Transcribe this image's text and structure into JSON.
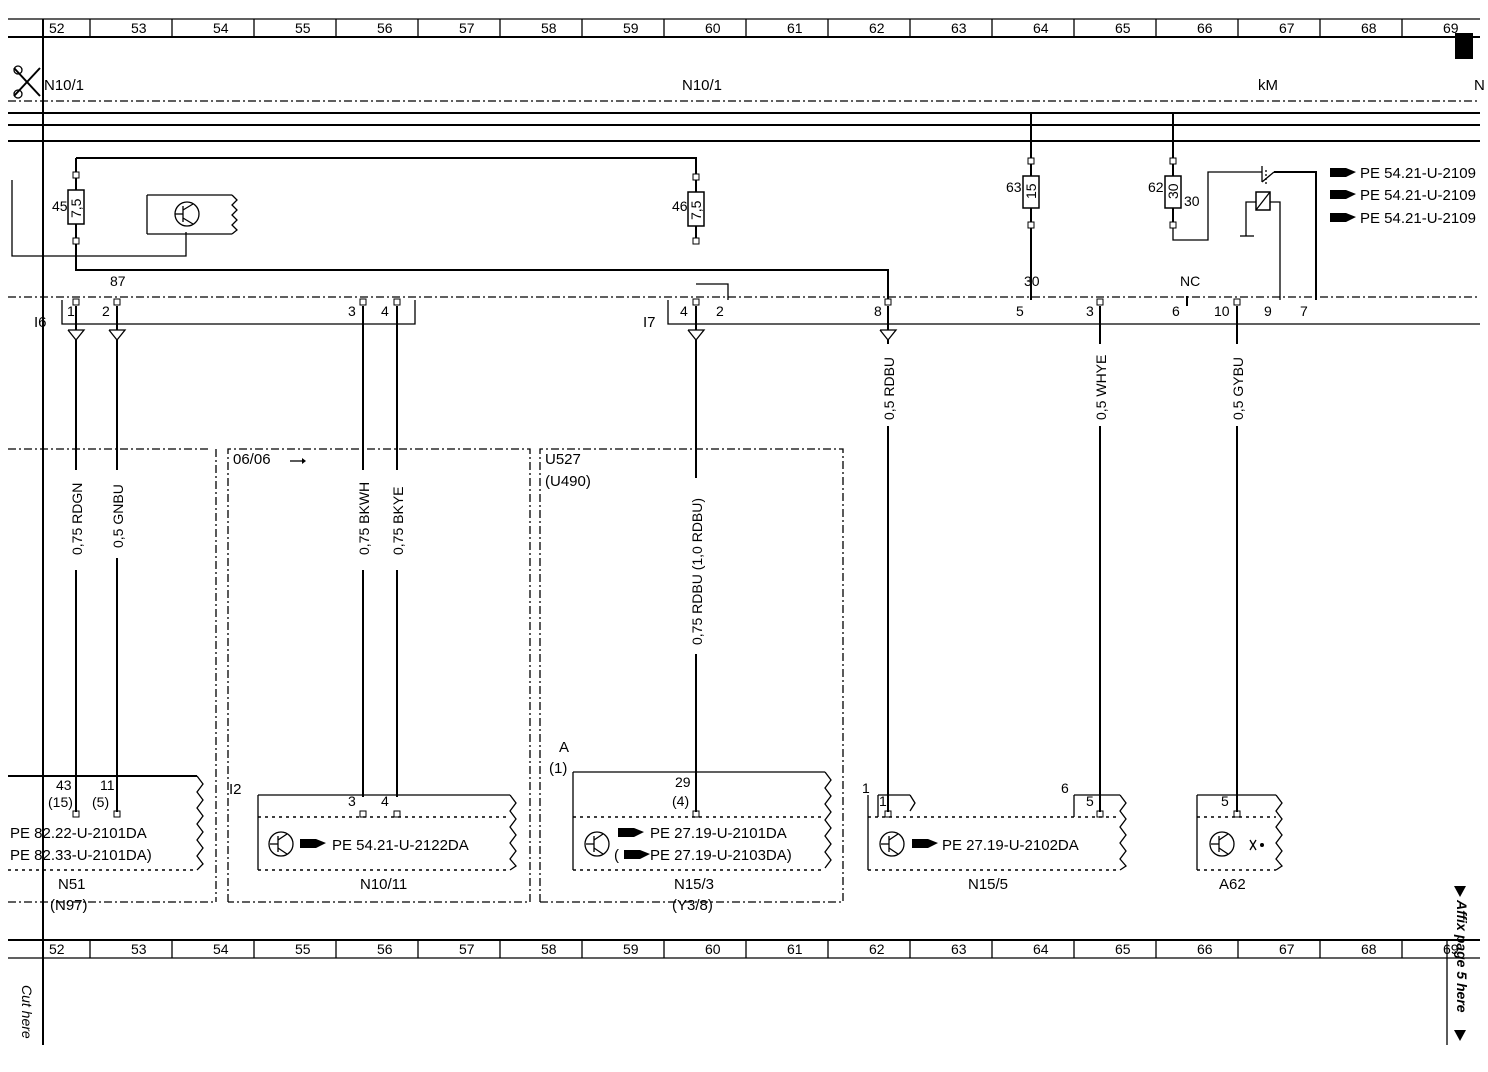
{
  "grid_numbers": [
    "52",
    "53",
    "54",
    "55",
    "56",
    "57",
    "58",
    "59",
    "60",
    "61",
    "62",
    "63",
    "64",
    "65",
    "66",
    "67",
    "68",
    "69"
  ],
  "header": {
    "left": "N10/1",
    "center": "N10/1",
    "right": "kM",
    "edge": "N"
  },
  "fuses": [
    {
      "num": "45",
      "rating": "7,5"
    },
    {
      "num": "46",
      "rating": "7,5"
    },
    {
      "num": "63",
      "rating": "15"
    },
    {
      "num": "62",
      "rating": "30"
    }
  ],
  "relay": {
    "terminal": "30",
    "terminal_87": "87",
    "refs": [
      "PE 54.21-U-2109",
      "PE 54.21-U-2109",
      "PE 54.21-U-2109"
    ]
  },
  "connectors": {
    "i6": {
      "label": "I6",
      "pins": [
        "1",
        "2",
        "3",
        "4"
      ]
    },
    "i7": {
      "label": "I7",
      "pins": [
        "4",
        "2",
        "8"
      ]
    },
    "right_pins": [
      "30",
      "NC",
      "5",
      "3",
      "6",
      "10",
      "9",
      "7"
    ]
  },
  "wires": [
    "0,75 RDGN",
    "0,5 GNBU",
    "0,75 BKWH",
    "0,75 BKYE",
    "0,75 RDBU (1,0 RDBU)",
    "0,5 RDBU",
    "0,5 WHYE",
    "0,5 GYBU"
  ],
  "boxes": {
    "version": "06/06",
    "u527": "U527",
    "u490": "(U490)",
    "a_label": "A",
    "a_num": "(1)",
    "i2": "I2"
  },
  "components": {
    "n51": {
      "name": "N51",
      "alt": "(N97)",
      "pins": [
        "43",
        "11"
      ],
      "pins_alt": [
        "(15)",
        "(5)"
      ],
      "refs": [
        "PE 82.22-U-2101DA",
        "PE 82.33-U-2101DA)"
      ]
    },
    "n1011": {
      "name": "N10/11",
      "pins": [
        "3",
        "4"
      ],
      "ref": "PE 54.21-U-2122DA"
    },
    "n153": {
      "name": "N15/3",
      "alt": "(Y3/8)",
      "pin": "29",
      "pin_alt": "(4)",
      "refs": [
        "PE 27.19-U-2101DA",
        "PE 27.19-U-2103DA)"
      ]
    },
    "n155": {
      "name": "N15/5",
      "outer_pins": [
        "1",
        "6"
      ],
      "pins": [
        "1",
        "5"
      ],
      "ref": "PE 27.19-U-2102DA"
    },
    "a62": {
      "name": "A62",
      "pin": "5"
    }
  },
  "side_notes": {
    "cut": "Cut here",
    "affix": "Affix page 5 here"
  }
}
